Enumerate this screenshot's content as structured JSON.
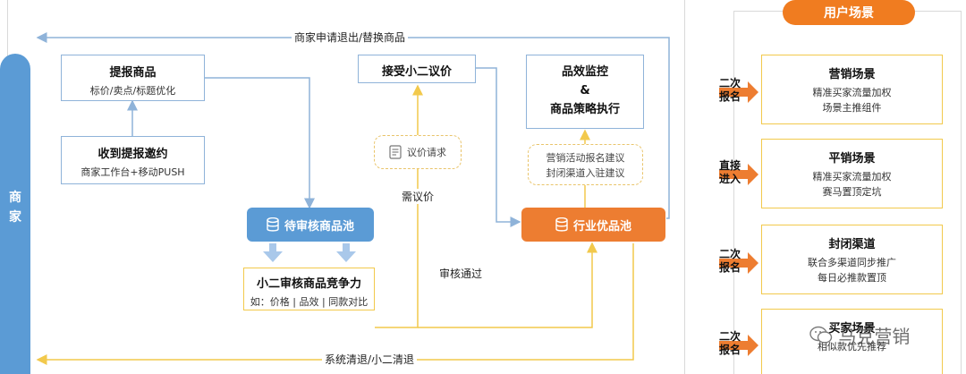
{
  "side_label": "商家",
  "top_return_label": "商家申请退出/替换商品",
  "bottom_return_label": "系统清退/小二清退",
  "submit": {
    "title": "提报商品",
    "sub": "标价/卖点/标题优化"
  },
  "invite": {
    "title": "收到提报邀约",
    "sub": "商家工作台+移动PUSH"
  },
  "pending_pool": "待审核商品池",
  "review": {
    "title": "小二审核商品竞争力",
    "sub": "如：价格 | 品效 | 同款对比"
  },
  "accept_price": "接受小二议价",
  "price_request": "议价请求",
  "need_price": "需议价",
  "review_pass": "审核通过",
  "monitor": {
    "line1": "品效监控",
    "line2": "&",
    "line3": "商品策略执行"
  },
  "suggestion": {
    "line1": "营销活动报名建议",
    "line2": "封闭渠道入驻建议"
  },
  "industry_pool": "行业优品池",
  "user_scene_title": "用户场景",
  "scenes": [
    {
      "tag": "二次报名",
      "title": "营销场景",
      "lines": [
        "精准买家流量加权",
        "场景主推组件"
      ]
    },
    {
      "tag": "直接进入",
      "title": "平销场景",
      "lines": [
        "精准买家流量加权",
        "赛马置顶定坑"
      ]
    },
    {
      "tag": "二次报名",
      "title": "封闭渠道",
      "lines": [
        "联合多渠道同步推广",
        "每日必推款置顶"
      ]
    },
    {
      "tag": "二次报名",
      "title": "买家场景",
      "lines": [
        "相似款优先推荐"
      ]
    }
  ],
  "watermark": "马克营销",
  "colors": {
    "blue": "#5b9bd5",
    "orange": "#ed7d31",
    "yellow": "#f2c94c",
    "line_blue": "#8fb3d9",
    "user_title": "#f07c20"
  }
}
